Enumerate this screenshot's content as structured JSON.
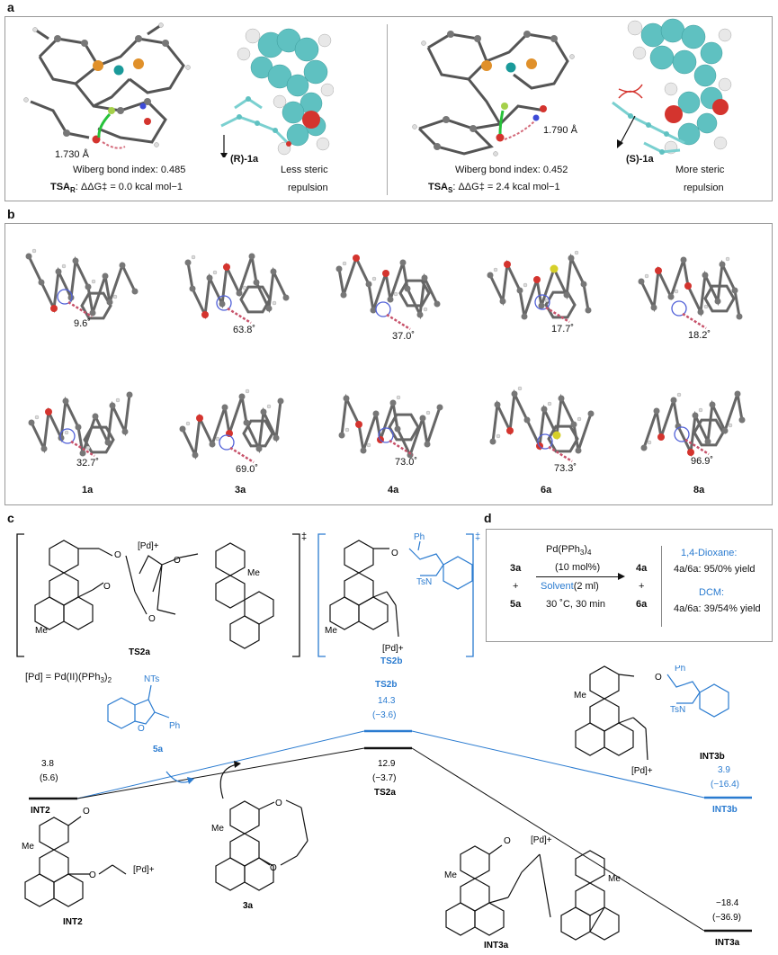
{
  "panels": {
    "a": "a",
    "b": "b",
    "c": "c",
    "d": "d"
  },
  "panel_a": {
    "left": {
      "distance": "1.730 Å",
      "compound": "(R)-1a",
      "steric": [
        "Less steric",
        "repulsion"
      ],
      "wiberg": "Wiberg bond index: 0.485",
      "ts_label": "TSA",
      "ts_sub": "R",
      "energy": ": ΔΔG‡ = 0.0 kcal mol−1"
    },
    "right": {
      "distance": "1.790 Å",
      "compound": "(S)-1a",
      "steric": [
        "More steric",
        "repulsion"
      ],
      "wiberg": "Wiberg bond index: 0.452",
      "ts_label": "TSA",
      "ts_sub": "S",
      "energy": ": ΔΔG‡ = 2.4 kcal mol−1"
    }
  },
  "panel_b": {
    "top_angles": [
      "9.6˚",
      "63.8˚",
      "37.0˚",
      "17.7˚",
      "18.2˚"
    ],
    "bottom_angles": [
      "32.7˚",
      "69.0˚",
      "73.0˚",
      "73.3˚",
      "96.9˚"
    ],
    "compounds": [
      "1a",
      "3a",
      "4a",
      "6a",
      "8a"
    ]
  },
  "panel_c": {
    "ts2a_label": "TS2a",
    "ts2b_label": "TS2b",
    "pd_def": "[Pd] = Pd(II)(PPh3)2",
    "dagger": "‡",
    "me": "Me",
    "ph": "Ph",
    "o": "O",
    "tsn": "TsN",
    "nts": "NTs",
    "pd_plus": "[Pd]+",
    "profile": {
      "int2": {
        "label": "INT2",
        "e": "3.8",
        "e2": "(5.6)"
      },
      "ts2b": {
        "label": "TS2b",
        "e": "14.3",
        "e2": "(−3.6)"
      },
      "ts2a": {
        "label": "TS2a",
        "e": "12.9",
        "e2": "(−3.7)"
      },
      "int3b": {
        "label": "INT3b",
        "e": "3.9",
        "e2": "(−16.4)"
      },
      "int3a": {
        "label": "INT3a",
        "e": "−18.4",
        "e2": "(−36.9)"
      },
      "reagent_5a": "5a",
      "reagent_3a": "3a"
    },
    "struct_labels": {
      "int2": "INT2",
      "s3a": "3a",
      "int3a": "INT3a",
      "int3b": "INT3b"
    }
  },
  "panel_d": {
    "left": [
      "3a",
      "+",
      "5a"
    ],
    "right": [
      "4a",
      "+",
      "6a"
    ],
    "catalyst": "Pd(PPh3)4",
    "loading": "(10 mol%)",
    "solvent": "Solvent",
    "solvent_amt": "(2 ml)",
    "conditions": "30 ˚C, 30 min",
    "r1_title": "1,4-Dioxane:",
    "r1_val": "4a/6a: 95/0% yield",
    "r2_title": "DCM:",
    "r2_val": "4a/6a: 39/54% yield"
  },
  "colors": {
    "blue": "#2a7bd0",
    "black": "#111111",
    "teal": "#5fc1c1",
    "red": "#d4342e",
    "orange": "#e0902a",
    "green": "#27c23a",
    "purple": "#6a3fb0"
  }
}
